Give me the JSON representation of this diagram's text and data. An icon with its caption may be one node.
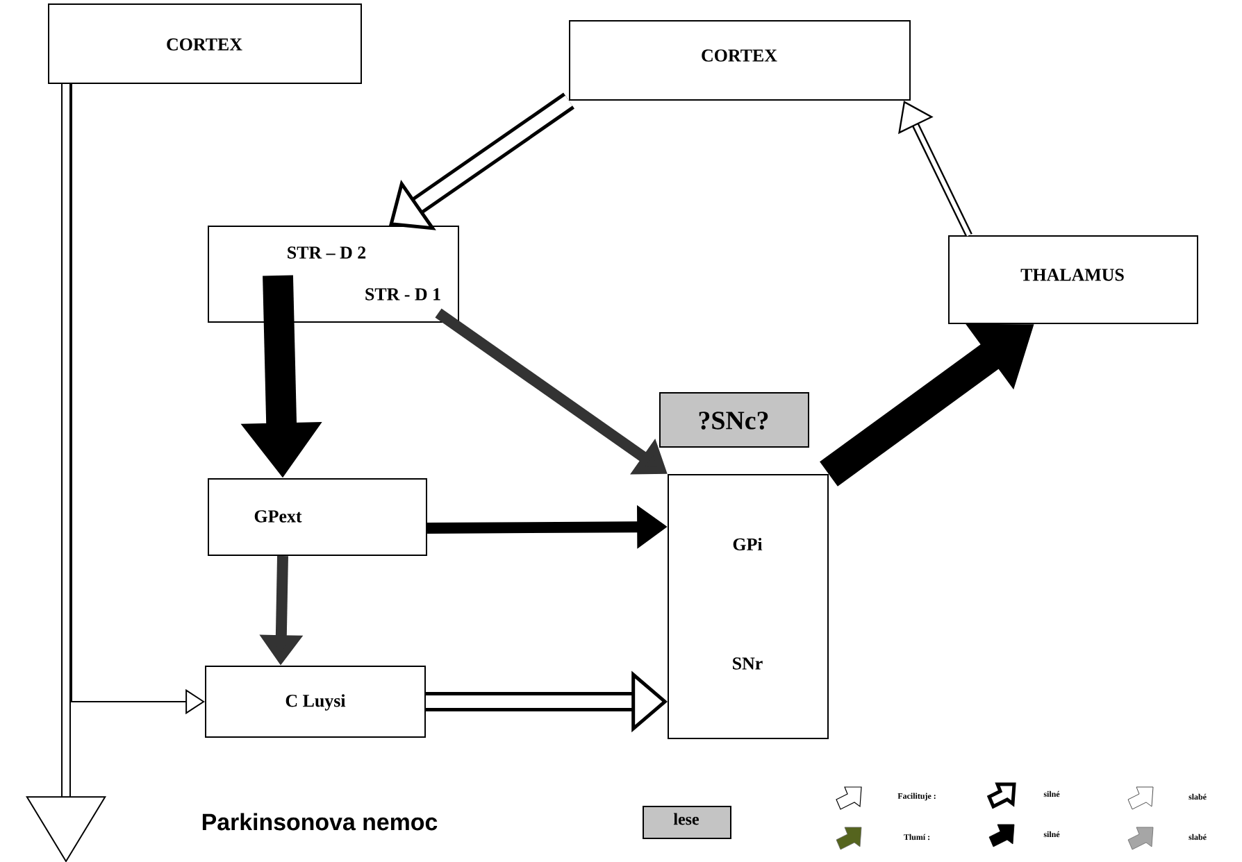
{
  "diagram": {
    "nodes": [
      {
        "text": [
          "CORTEX"
        ]
      },
      {
        "text": [
          "CORTEX"
        ]
      },
      {
        "text": [
          "STR – D 2",
          "STR - D 1"
        ]
      },
      {
        "text": [
          "THALAMUS"
        ]
      },
      {
        "text": [
          "?SNc?"
        ]
      },
      {
        "text": [
          "GPext"
        ]
      },
      {
        "text": [
          "GPi",
          "SNr"
        ]
      },
      {
        "text": [
          "C Luysi"
        ]
      },
      {
        "text": [
          "lese"
        ]
      }
    ],
    "edges": [
      {
        "from": 1,
        "to": 2,
        "arrow": "to"
      },
      {
        "from": 2,
        "to": 5,
        "arrow": "to",
        "style": "thick"
      },
      {
        "from": 2,
        "to": 6,
        "arrow": "to"
      },
      {
        "from": 5,
        "to": 6,
        "arrow": "to"
      },
      {
        "from": 5,
        "to": 7,
        "arrow": "to"
      },
      {
        "from": 7,
        "to": 6,
        "arrow": "to"
      },
      {
        "from": 6,
        "to": 3,
        "arrow": "to",
        "style": "thick"
      },
      {
        "from": 3,
        "to": 1,
        "arrow": "to"
      },
      {
        "from": 0,
        "to": 7,
        "arrow": "to"
      },
      {
        "from": 0,
        "to": null,
        "arrow": "to"
      }
    ],
    "labels": [
      "Parkinsonova nemoc"
    ],
    "legend": [
      {
        "text": "Facilituje :"
      },
      {
        "text": "silné"
      },
      {
        "text": "slabé"
      },
      {
        "text": "Tlumí :"
      },
      {
        "text": "silné"
      },
      {
        "text": "slabé"
      }
    ]
  }
}
